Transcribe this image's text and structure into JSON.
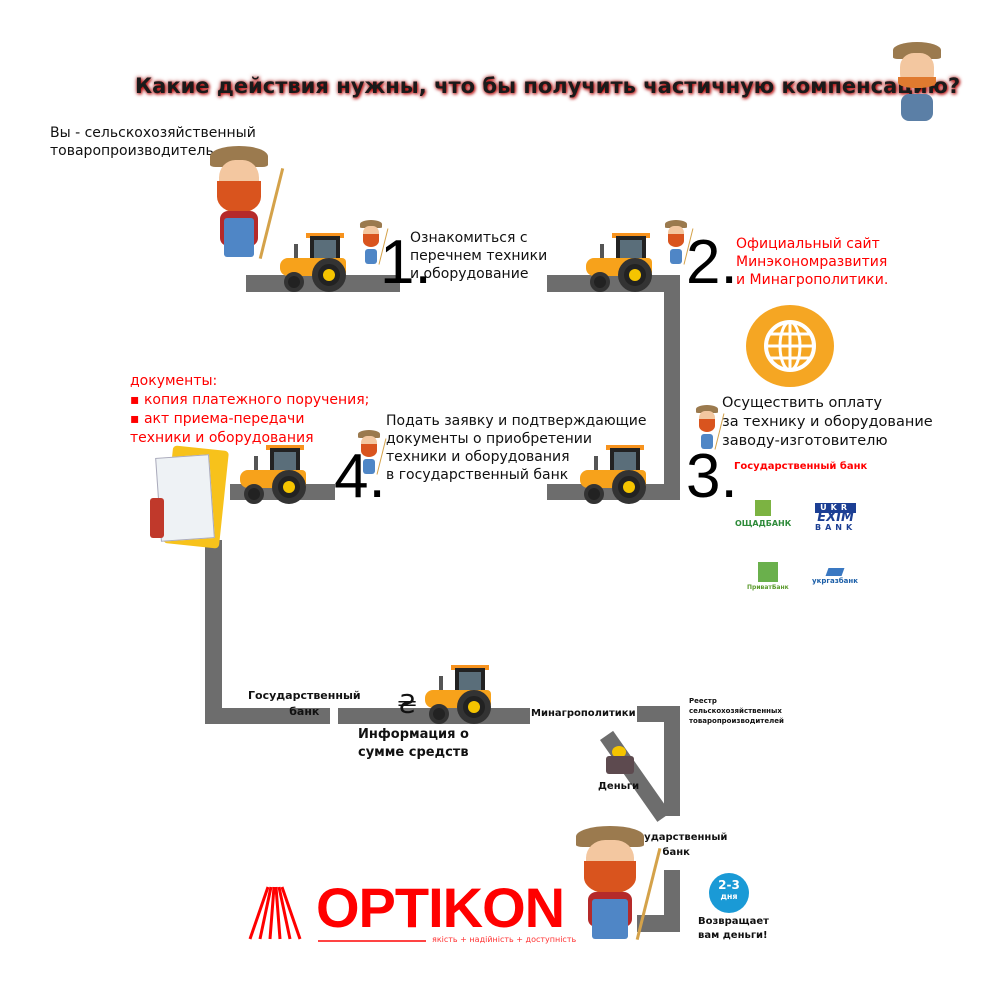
{
  "title": "Какие действия нужны, что бы получить частичную компенсацию?",
  "intro": {
    "line1": "Вы - сельскохозяйственный",
    "line2": "товаропроизводитель"
  },
  "steps": [
    {
      "number": "1.",
      "lines": [
        "Ознакомиться с",
        "перечнем техники",
        "и оборудование"
      ]
    },
    {
      "number": "2.",
      "lines": [
        "Официальный сайт",
        "Минэкономразвития",
        "и Минагрополитики."
      ]
    },
    {
      "number": "3.",
      "lines": [
        "Осуществить оплату",
        "за технику и оборудование",
        "заводу-изготовителю"
      ],
      "note": "Государственный банк"
    },
    {
      "number": "4.",
      "lines": [
        "Подать заявку и подтверждающие",
        "документы о приобретении",
        "техники и оборудования",
        "в государственный банк"
      ]
    }
  ],
  "documents": {
    "heading": "документы:",
    "items": [
      "▪ копия платежного поручения;",
      "▪ акт приема-передачи",
      "техники и оборудования"
    ]
  },
  "banks": [
    "ОЩАДБАНК",
    "UKR",
    "EXIM",
    "BANK",
    "ПриватБанк",
    "укргазбанк"
  ],
  "flow": {
    "state_bank": [
      "Государственный",
      "банк"
    ],
    "hryvnia": "₴",
    "info": [
      "Информация о",
      "сумме средств"
    ],
    "ministry": "Минагрополитики",
    "registry": [
      "Реестр",
      "сельскохозяйственных",
      "товаропроизводителей"
    ],
    "money": "Деньги",
    "state_bank2": [
      "Государственный",
      "банк"
    ],
    "badge": {
      "top": "2-3",
      "bottom": "дня"
    },
    "returns": [
      "Возвращает",
      "вам деньги!"
    ]
  },
  "logo": {
    "name": "OPTIKON",
    "tagline": "якість + надійність + доступність"
  },
  "colors": {
    "road": "#6d6d6d",
    "accent": "#ff0000",
    "tractor": "#f7a21b",
    "badge": "#1a9ad6",
    "globe": "#f5a623"
  }
}
